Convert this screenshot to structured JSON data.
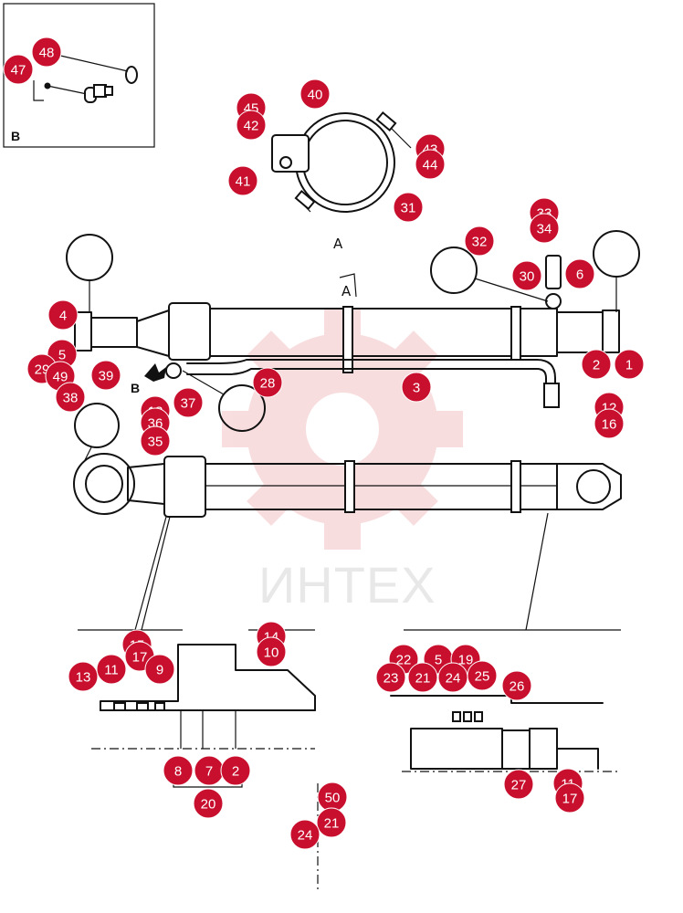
{
  "watermark": {
    "text": "ИНТЕХ",
    "color": "#f4c3c6"
  },
  "inset_b": {
    "label": "B"
  },
  "view_labels": {
    "section_a": "A",
    "cut_a": "A",
    "arrow_b": "B"
  },
  "callout_color": "#c8102e",
  "callouts": [
    "48",
    "47",
    "40",
    "45",
    "42",
    "43",
    "44",
    "41",
    "31",
    "32",
    "33",
    "34",
    "30",
    "6",
    "4",
    "5",
    "29",
    "49",
    "39",
    "38",
    "37",
    "18",
    "36",
    "35",
    "28",
    "3",
    "2",
    "1",
    "12",
    "16",
    "15",
    "14",
    "13",
    "11",
    "17",
    "9",
    "10",
    "8",
    "7",
    "2",
    "20",
    "22",
    "5",
    "19",
    "23",
    "21",
    "24",
    "25",
    "26",
    "27",
    "11",
    "17",
    "50",
    "21",
    "24"
  ]
}
